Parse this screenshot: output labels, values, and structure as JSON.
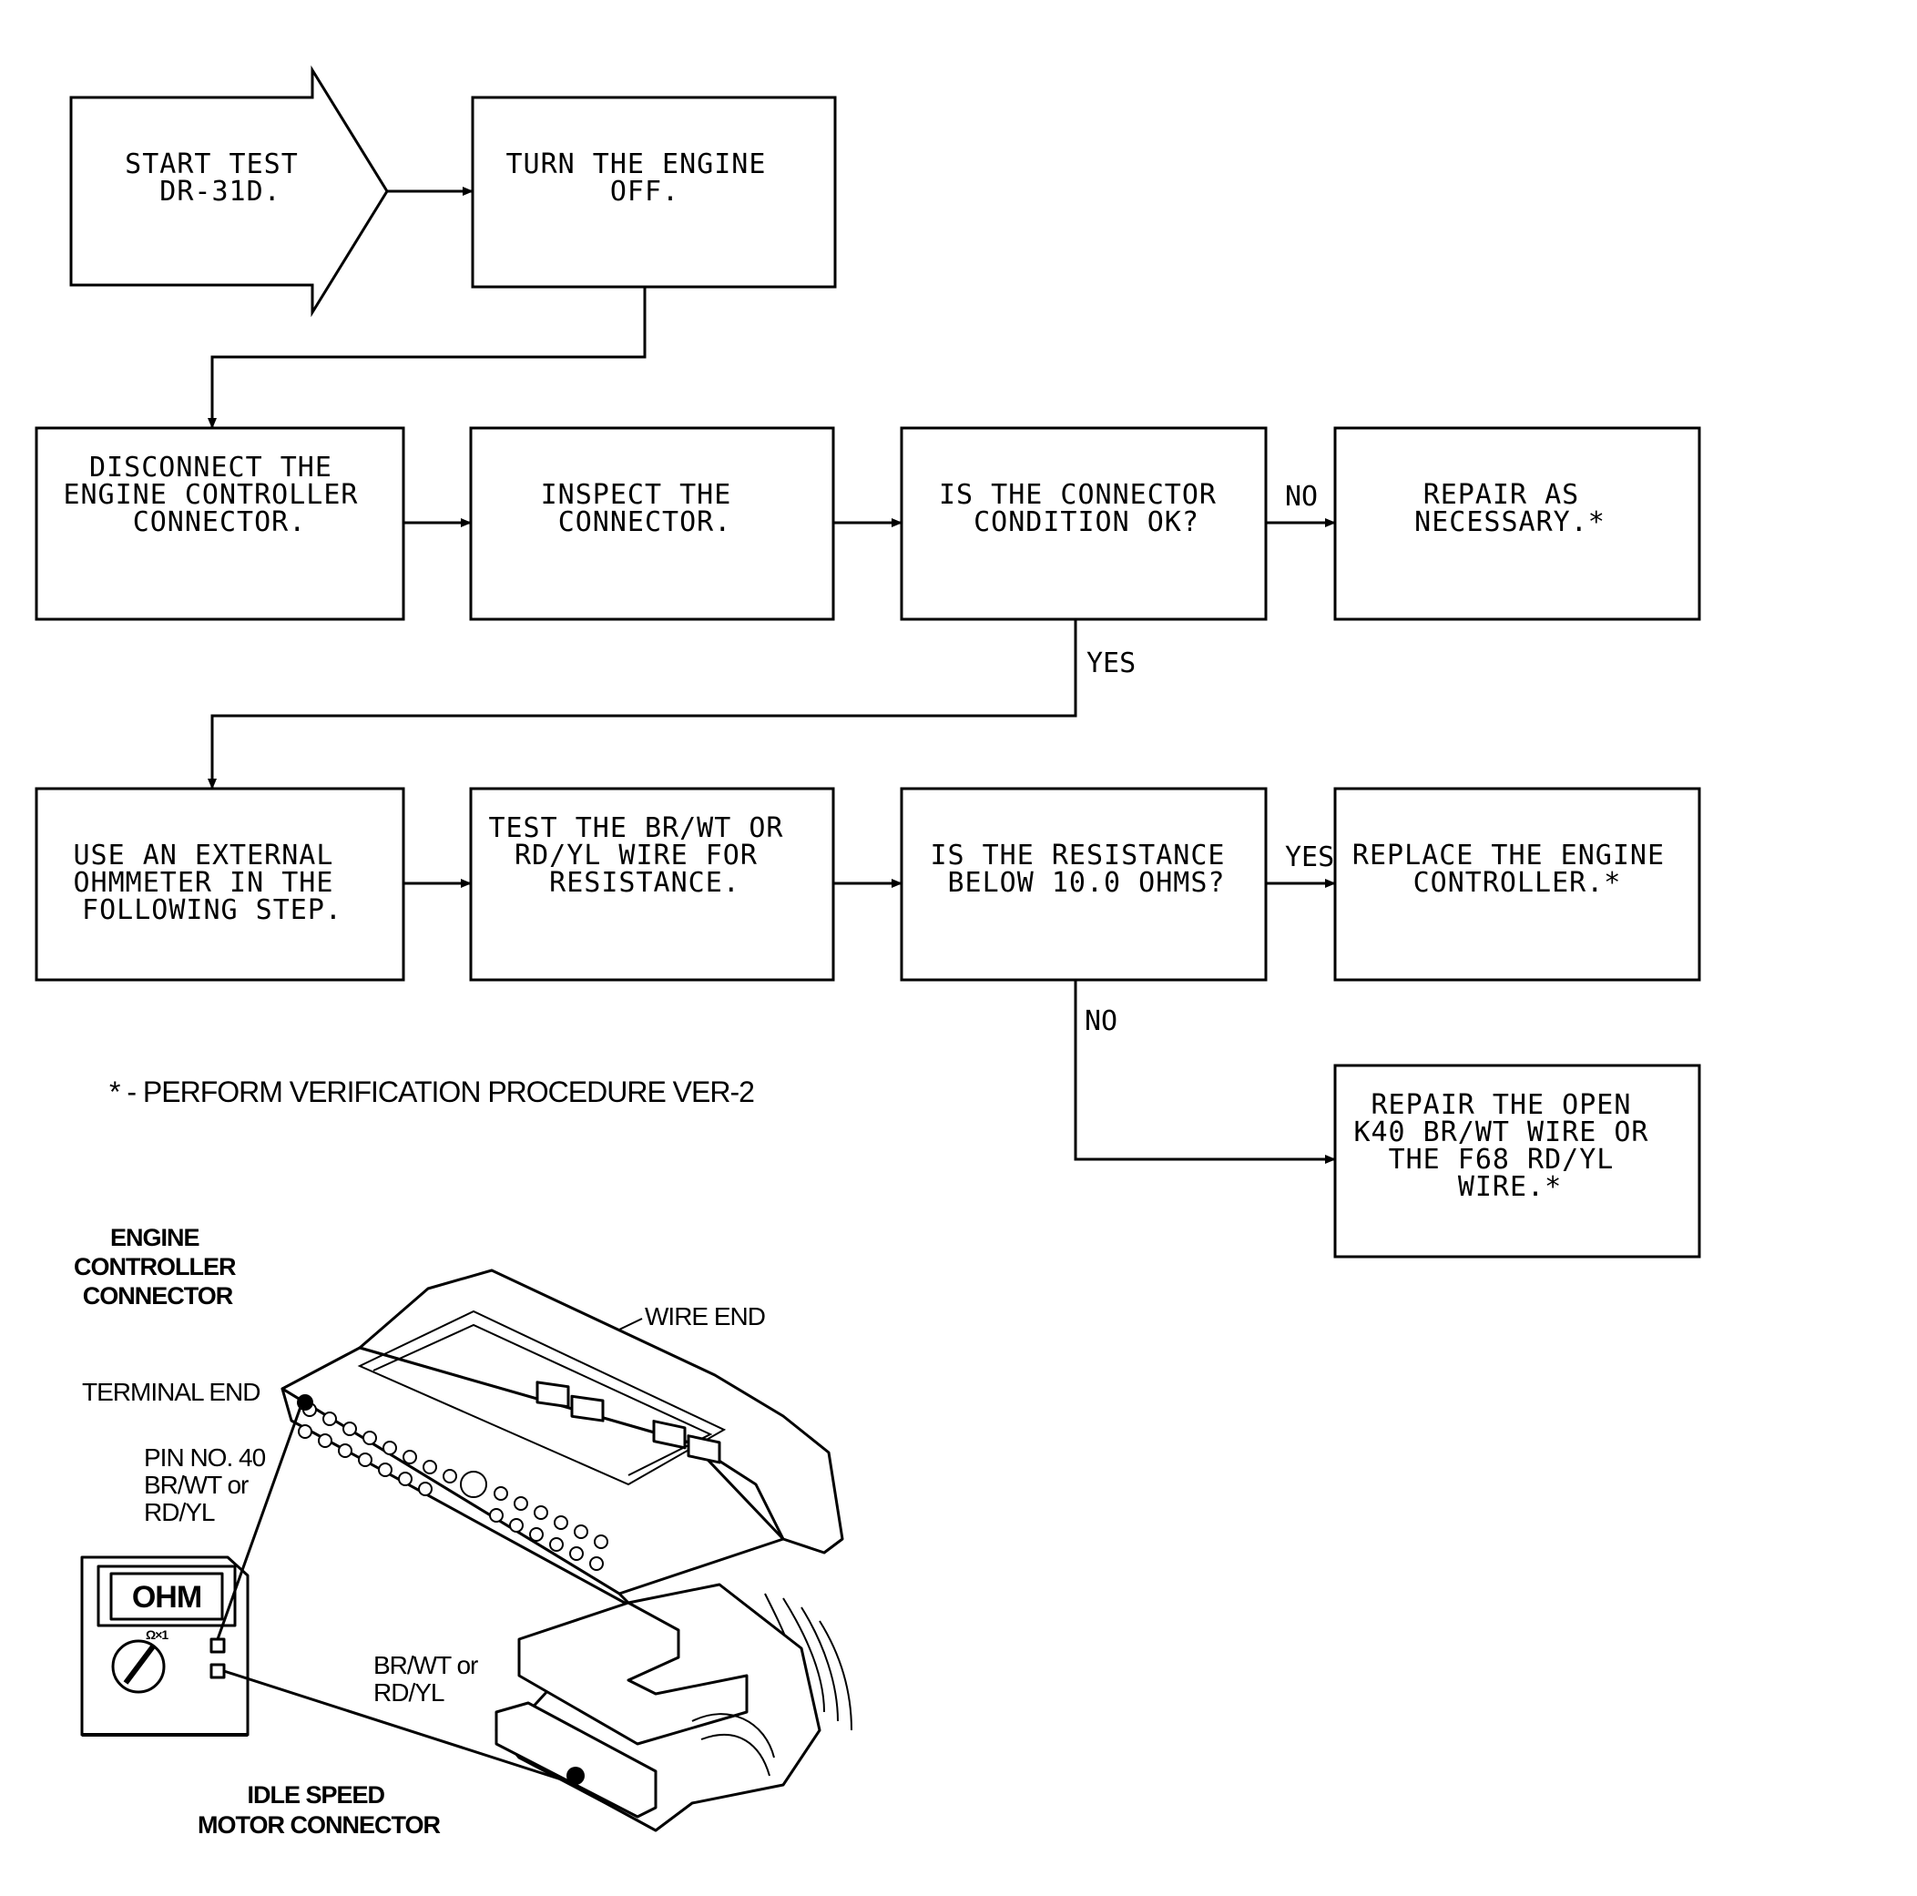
{
  "steps": {
    "start": [
      "START TEST",
      "DR-31D."
    ],
    "turn_off": [
      "TURN THE ENGINE",
      "OFF."
    ],
    "disconnect": [
      "DISCONNECT THE",
      "ENGINE CONTROLLER",
      "CONNECTOR."
    ],
    "inspect": [
      "INSPECT THE",
      "CONNECTOR."
    ],
    "connector_ok": [
      "IS THE CONNECTOR",
      "CONDITION OK?"
    ],
    "repair_necessary": [
      "REPAIR AS",
      "NECESSARY.*"
    ],
    "use_ohmmeter": [
      "USE AN EXTERNAL",
      "OHMMETER IN THE",
      "FOLLOWING STEP."
    ],
    "test_wire": [
      "TEST THE BR/WT OR",
      "RD/YL WIRE FOR",
      "RESISTANCE."
    ],
    "resistance_check": [
      "IS THE RESISTANCE",
      "BELOW 10.0 OHMS?"
    ],
    "replace_controller": [
      "REPLACE THE ENGINE",
      "CONTROLLER.*"
    ],
    "repair_open": [
      "REPAIR THE OPEN",
      "K40 BR/WT WIRE OR",
      "THE F68 RD/YL",
      "WIRE.*"
    ]
  },
  "branches": {
    "ok_no": "NO",
    "ok_yes": "YES",
    "res_yes": "YES",
    "res_no": "NO"
  },
  "footnote": "* - PERFORM VERIFICATION PROCEDURE VER-2",
  "illustration": {
    "engine_controller_connector": [
      "ENGINE",
      "CONTROLLER",
      "CONNECTOR"
    ],
    "wire_end": "WIRE END",
    "terminal_end": "TERMINAL END",
    "pin_label": [
      "PIN NO. 40",
      "BR/WT or",
      "RD/YL"
    ],
    "meter_display": "OHM",
    "meter_range": "Ω×1",
    "wire_label": [
      "BR/WT or",
      "RD/YL"
    ],
    "idle_speed_connector": [
      "IDLE SPEED",
      "MOTOR CONNECTOR"
    ]
  }
}
